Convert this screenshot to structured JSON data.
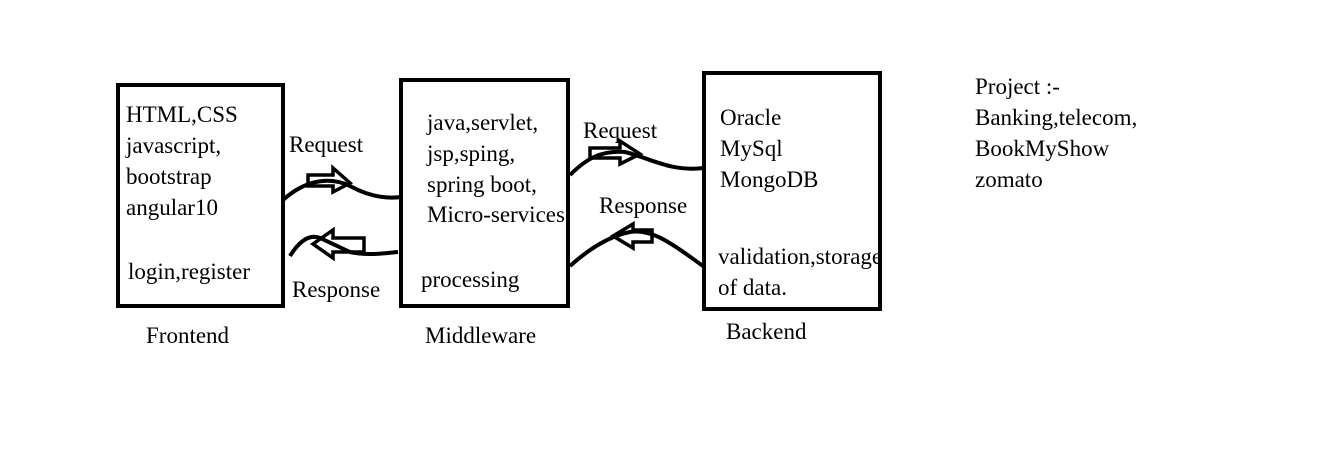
{
  "frontend": {
    "tech_lines": [
      "HTML,CSS",
      "javascript,",
      "bootstrap",
      "angular10"
    ],
    "features": "login,register",
    "label": "Frontend"
  },
  "middleware": {
    "tech_lines": [
      "java,servlet,",
      "jsp,sping,",
      "spring boot,",
      "Micro-services"
    ],
    "features": "processing",
    "label": "Middleware"
  },
  "backend": {
    "db_lines": [
      "Oracle",
      "MySql",
      "MongoDB"
    ],
    "features_lines": [
      "validation,storage",
      "of data."
    ],
    "label": "Backend"
  },
  "links": {
    "request_1": "Request",
    "response_1": "Response",
    "request_2": "Request",
    "response_2": "Response"
  },
  "projects": {
    "lines": [
      "Project :-",
      "Banking,telecom,",
      "BookMyShow",
      "zomato"
    ]
  }
}
